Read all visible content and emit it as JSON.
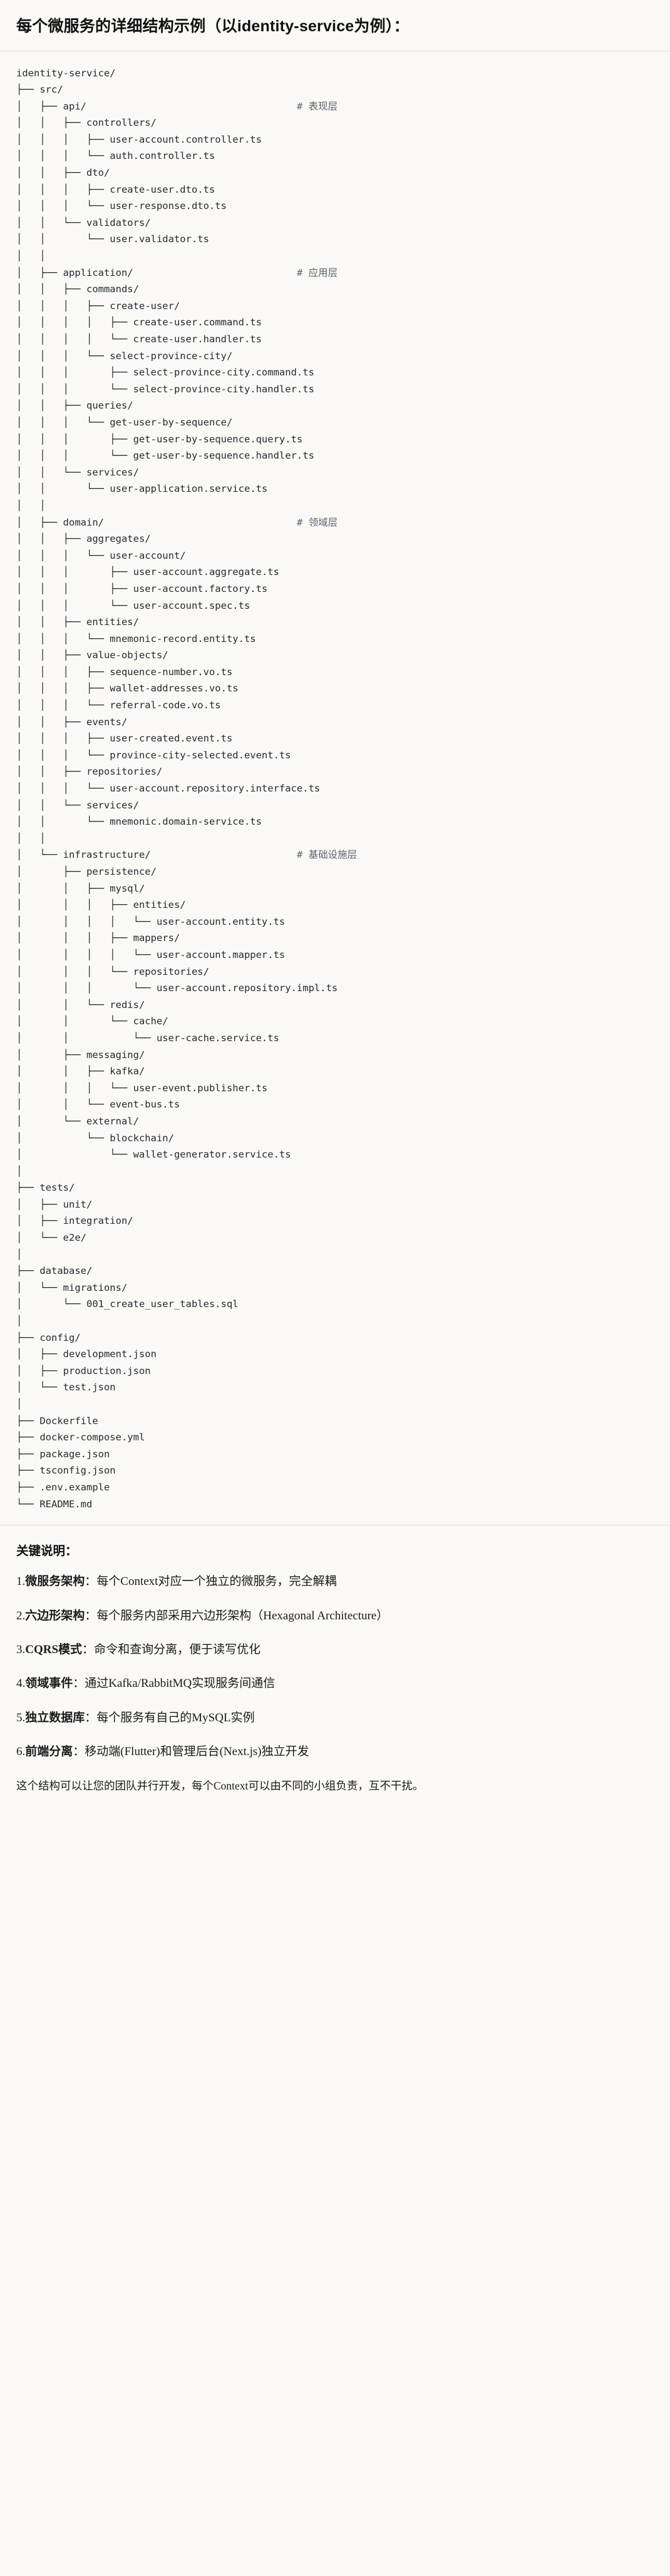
{
  "document": {
    "title": "每个微服务的详细结构示例（以identity-service为例）：",
    "key_points_heading": "关键说明：",
    "closing_note": "这个结构可以让您的团队并行开发，每个Context可以由不同的小组负责，互不干扰。"
  },
  "tree": {
    "root": "identity-service/",
    "text": "identity-service/\n├── src/\n│   ├── api/                                    # 表现层\n│   │   ├── controllers/\n│   │   │   ├── user-account.controller.ts\n│   │   │   └── auth.controller.ts\n│   │   ├── dto/\n│   │   │   ├── create-user.dto.ts\n│   │   │   └── user-response.dto.ts\n│   │   └── validators/\n│   │       └── user.validator.ts\n│   │\n│   ├── application/                            # 应用层\n│   │   ├── commands/\n│   │   │   ├── create-user/\n│   │   │   │   ├── create-user.command.ts\n│   │   │   │   └── create-user.handler.ts\n│   │   │   └── select-province-city/\n│   │   │       ├── select-province-city.command.ts\n│   │   │       └── select-province-city.handler.ts\n│   │   ├── queries/\n│   │   │   └── get-user-by-sequence/\n│   │   │       ├── get-user-by-sequence.query.ts\n│   │   │       └── get-user-by-sequence.handler.ts\n│   │   └── services/\n│   │       └── user-application.service.ts\n│   │\n│   ├── domain/                                 # 领域层\n│   │   ├── aggregates/\n│   │   │   └── user-account/\n│   │   │       ├── user-account.aggregate.ts\n│   │   │       ├── user-account.factory.ts\n│   │   │       └── user-account.spec.ts\n│   │   ├── entities/\n│   │   │   └── mnemonic-record.entity.ts\n│   │   ├── value-objects/\n│   │   │   ├── sequence-number.vo.ts\n│   │   │   ├── wallet-addresses.vo.ts\n│   │   │   └── referral-code.vo.ts\n│   │   ├── events/\n│   │   │   ├── user-created.event.ts\n│   │   │   └── province-city-selected.event.ts\n│   │   ├── repositories/\n│   │   │   └── user-account.repository.interface.ts\n│   │   └── services/\n│   │       └── mnemonic.domain-service.ts\n│   │\n│   └── infrastructure/                         # 基础设施层\n│       ├── persistence/\n│       │   ├── mysql/\n│       │   │   ├── entities/\n│       │   │   │   └── user-account.entity.ts\n│       │   │   ├── mappers/\n│       │   │   │   └── user-account.mapper.ts\n│       │   │   └── repositories/\n│       │   │       └── user-account.repository.impl.ts\n│       │   └── redis/\n│       │       └── cache/\n│       │           └── user-cache.service.ts\n│       ├── messaging/\n│       │   ├── kafka/\n│       │   │   └── user-event.publisher.ts\n│       │   └── event-bus.ts\n│       └── external/\n│           └── blockchain/\n│               └── wallet-generator.service.ts\n│\n├── tests/\n│   ├── unit/\n│   ├── integration/\n│   └── e2e/\n│\n├── database/\n│   └── migrations/\n│       └── 001_create_user_tables.sql\n│\n├── config/\n│   ├── development.json\n│   ├── production.json\n│   └── test.json\n│\n├── Dockerfile\n├── docker-compose.yml\n├── package.json\n├── tsconfig.json\n├── .env.example\n└── README.md",
    "layer_comments": [
      {
        "path": "src/api/",
        "comment": "# 表现层"
      },
      {
        "path": "src/application/",
        "comment": "# 应用层"
      },
      {
        "path": "src/domain/",
        "comment": "# 领域层"
      },
      {
        "path": "src/infrastructure/",
        "comment": "# 基础设施层"
      }
    ]
  },
  "key_points": [
    {
      "number": "1.",
      "term": "微服务架构",
      "sep": "：",
      "desc": "每个Context对应一个独立的微服务，完全解耦"
    },
    {
      "number": "2.",
      "term": "六边形架构",
      "sep": "：",
      "desc": "每个服务内部采用六边形架构（Hexagonal Architecture）"
    },
    {
      "number": "3.",
      "term": "CQRS模式",
      "sep": "：",
      "desc": "命令和查询分离，便于读写优化"
    },
    {
      "number": "4.",
      "term": "领域事件",
      "sep": "：",
      "desc": "通过Kafka/RabbitMQ实现服务间通信"
    },
    {
      "number": "5.",
      "term": "独立数据库",
      "sep": "：",
      "desc": "每个服务有自己的MySQL实例"
    },
    {
      "number": "6.",
      "term": "前端分离",
      "sep": "：",
      "desc": "移动端(Flutter)和管理后台(Next.js)独立开发"
    }
  ],
  "colors": {
    "background": "#faf9f6",
    "text": "#1a1a1a",
    "tree_text": "#24292f",
    "comment": "#5c6370",
    "rule": "#e2e0da"
  }
}
